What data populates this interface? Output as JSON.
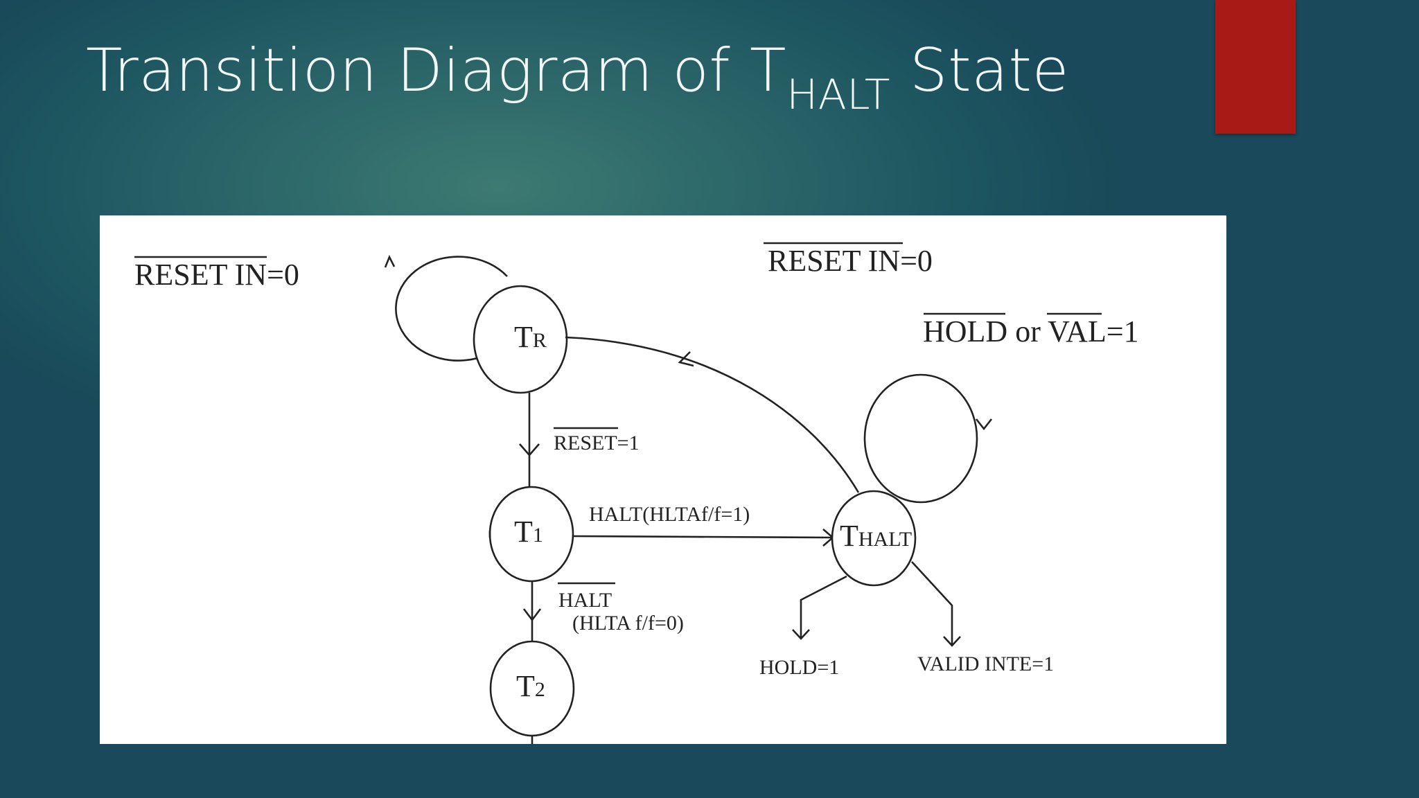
{
  "slide": {
    "title_main": "Transition Diagram of T",
    "title_sub": "HALT",
    "title_end": " State",
    "accent_color": "#a81a16"
  },
  "diagram": {
    "states": {
      "tr": {
        "main": "T",
        "sub": "R"
      },
      "t1": {
        "main": "T",
        "sub": "1"
      },
      "t2": {
        "main": "T",
        "sub": "2"
      },
      "thalt": {
        "main": "T",
        "sub": "HALT"
      }
    },
    "labels": {
      "reset_in_left": "RESET IN=0",
      "reset_in_top": "RESET IN=0",
      "hold": "HOLD",
      "hold_or": " or ",
      "val": "VAL",
      "val_eq": "=1",
      "reset": "RESET",
      "reset_eq": "=1",
      "halt_arrow": "HALT(HLTAf/f=1)",
      "halt_bar": "HALT",
      "hlta_ff0": "(HLTA f/f=0)",
      "hold1": "HOLD=1",
      "valid_inte": "VALID INTE=1"
    }
  }
}
